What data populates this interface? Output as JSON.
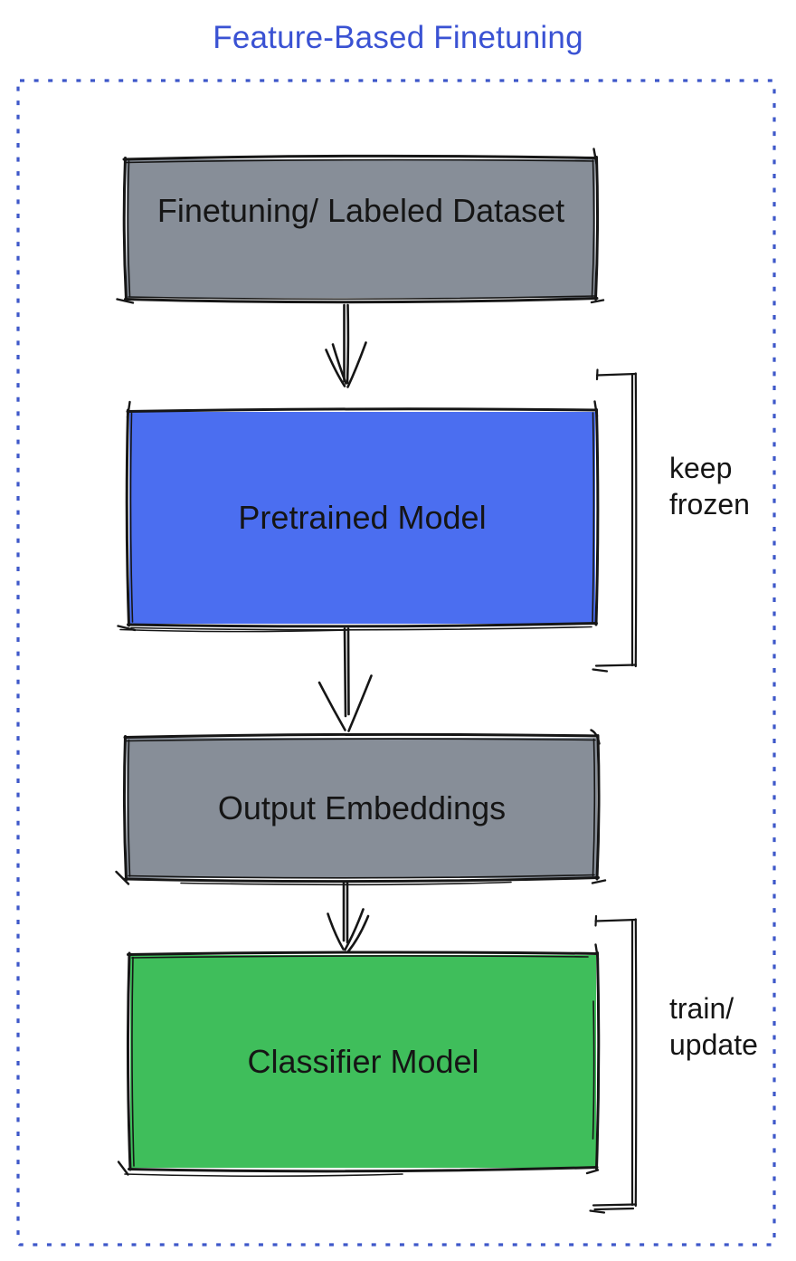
{
  "title": "Feature-Based Finetuning",
  "colors": {
    "title": "#3A52D3",
    "frame": "#3E58C9",
    "ink": "#161616",
    "node_gray": "#878E98",
    "node_blue": "#4B6EF0",
    "node_green": "#3FBE5B"
  },
  "nodes": [
    {
      "label": "Finetuning/ Labeled Dataset",
      "color": "#878E98"
    },
    {
      "label": "Pretrained Model",
      "color": "#4B6EF0"
    },
    {
      "label": "Output Embeddings",
      "color": "#878E98"
    },
    {
      "label": "Classifier Model",
      "color": "#3FBE5B"
    }
  ],
  "edges": [
    {
      "from": "Finetuning/ Labeled Dataset",
      "to": "Pretrained Model"
    },
    {
      "from": "Pretrained Model",
      "to": "Output Embeddings"
    },
    {
      "from": "Output Embeddings",
      "to": "Classifier Model"
    }
  ],
  "annotations": [
    {
      "lines": [
        "keep",
        "frozen"
      ],
      "applies_to": "Pretrained Model"
    },
    {
      "lines": [
        "train/",
        "update"
      ],
      "applies_to": "Classifier Model"
    }
  ]
}
